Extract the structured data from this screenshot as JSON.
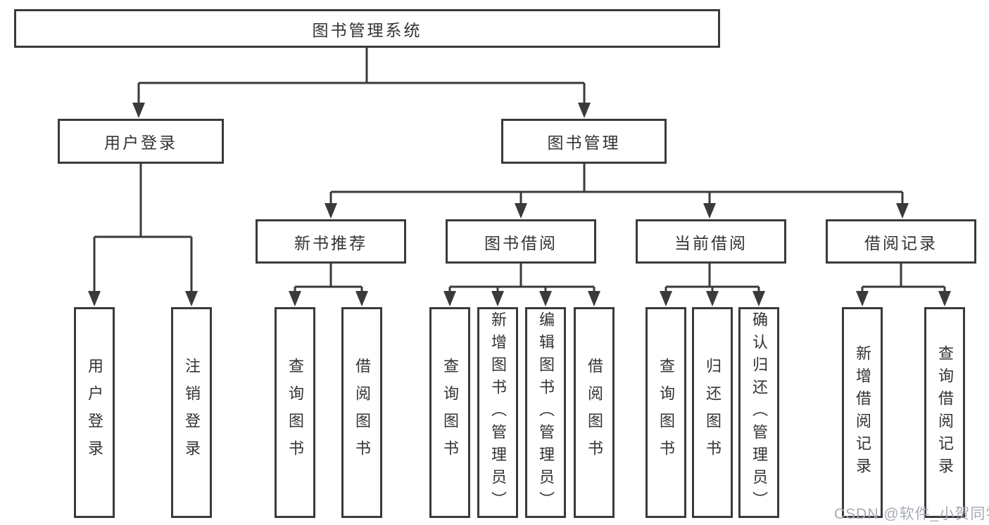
{
  "diagram": {
    "root": {
      "label": "图书管理系统"
    },
    "branches": [
      {
        "label": "用户登录",
        "children": [
          {
            "label": "用户登录"
          },
          {
            "label": "注销登录"
          }
        ]
      },
      {
        "label": "图书管理",
        "children": [
          {
            "label": "新书推荐",
            "children": [
              {
                "label": "查询图书"
              },
              {
                "label": "借阅图书"
              }
            ]
          },
          {
            "label": "图书借阅",
            "children": [
              {
                "label": "查询图书"
              },
              {
                "label": "新增图书（管理员）"
              },
              {
                "label": "编辑图书（管理员）"
              },
              {
                "label": "借阅图书"
              }
            ]
          },
          {
            "label": "当前借阅",
            "children": [
              {
                "label": "查询图书"
              },
              {
                "label": "归还图书"
              },
              {
                "label": "确认归还（管理员）"
              }
            ]
          },
          {
            "label": "借阅记录",
            "children": [
              {
                "label": "新增借阅记录"
              },
              {
                "label": "查询借阅记录"
              }
            ]
          }
        ]
      }
    ]
  },
  "watermark": {
    "text": "CSDN @软件_小贺同学"
  },
  "colors": {
    "line": "#3a3a3a",
    "text": "#333333",
    "background": "#ffffff",
    "watermark": "#a6abb3"
  }
}
